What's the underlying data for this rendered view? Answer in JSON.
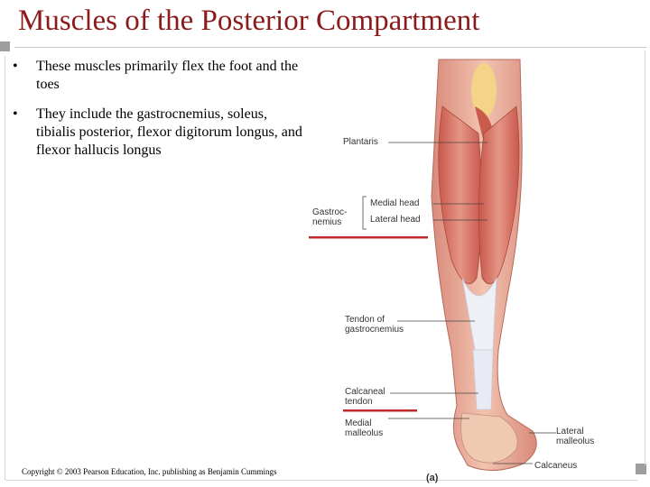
{
  "slide": {
    "title": "Muscles of the Posterior Compartment",
    "bullets": [
      "These muscles primarily flex the foot and the toes",
      "They include the gastrocnemius, soleus, tibialis posterior, flexor digitorum longus, and flexor hallucis longus"
    ],
    "bullet_marker": "•",
    "copyright": "Copyright © 2003 Pearson Education, Inc. publishing as Benjamin Cummings"
  },
  "figure": {
    "labels": {
      "plantaris": "Plantaris",
      "gastrocnemius": "Gastroc-\nnemius",
      "medial_head": "Medial head",
      "lateral_head": "Lateral head",
      "tendon_of_gastrocnemius": "Tendon of\ngastrocnemius",
      "calcaneal_tendon": "Calcaneal\ntendon",
      "medial_malleolus": "Medial\nmalleolus",
      "lateral_malleolus": "Lateral\nmalleolus",
      "calcaneus": "Calcaneus",
      "panel": "(a)"
    },
    "colors": {
      "title": "#8b1a1a",
      "muscle": "#d9776a",
      "tendon": "#eef0f6",
      "highlight_underline": "#c0282a"
    }
  }
}
